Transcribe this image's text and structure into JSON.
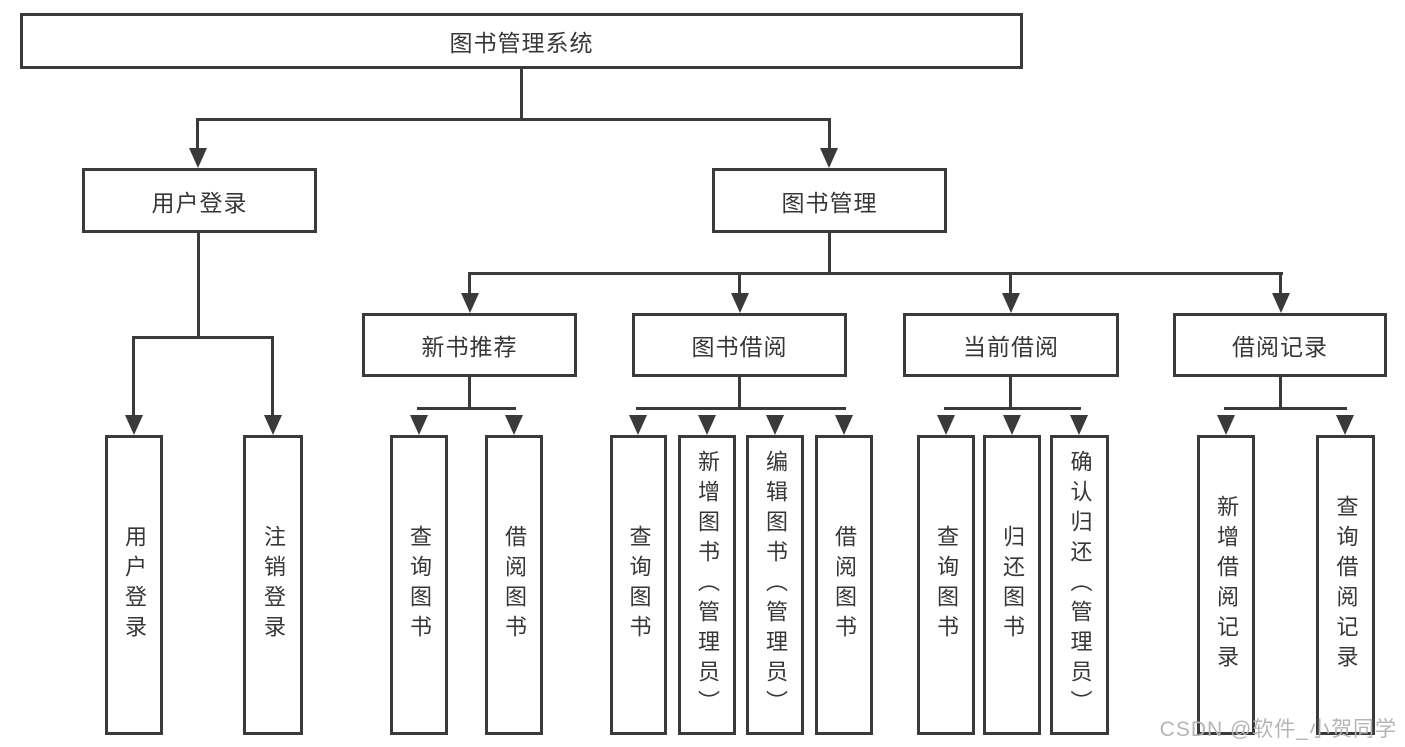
{
  "tree": {
    "label": "图书管理系统",
    "children": [
      {
        "label": "用户登录",
        "children": [
          {
            "label": "用户登录"
          },
          {
            "label": "注销登录"
          }
        ]
      },
      {
        "label": "图书管理",
        "children": [
          {
            "label": "新书推荐",
            "children": [
              {
                "label": "查询图书"
              },
              {
                "label": "借阅图书"
              }
            ]
          },
          {
            "label": "图书借阅",
            "children": [
              {
                "label": "查询图书"
              },
              {
                "label": "新增图书（管理员）"
              },
              {
                "label": "编辑图书（管理员）"
              },
              {
                "label": "借阅图书"
              }
            ]
          },
          {
            "label": "当前借阅",
            "children": [
              {
                "label": "查询图书"
              },
              {
                "label": "归还图书"
              },
              {
                "label": "确认归还（管理员）"
              }
            ]
          },
          {
            "label": "借阅记录",
            "children": [
              {
                "label": "新增借阅记录"
              },
              {
                "label": "查询借阅记录"
              }
            ]
          }
        ]
      }
    ]
  },
  "watermark": "CSDN @软件_小贺同学",
  "colors": {
    "line": "#3a3a3a",
    "text": "#373737",
    "background": "#ffffff",
    "watermark": "#b5b5b5"
  }
}
